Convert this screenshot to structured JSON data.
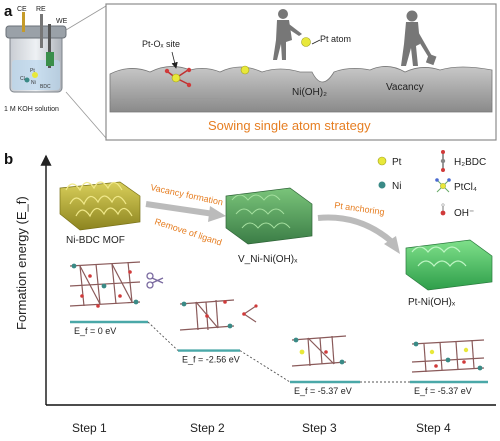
{
  "panel_a": {
    "letter": "a",
    "cell": {
      "ce": "CE",
      "re": "RE",
      "we": "WE",
      "pt": "Pt",
      "ni": "Ni",
      "bdc": "BDC",
      "cl": "Cl",
      "solution": "1 M KOH solution"
    },
    "labels": {
      "pt_ox_site": "Pt-Oₓ site",
      "pt_atom": "Pt atom",
      "substrate": "Ni(OH)₂",
      "vacancy": "Vacancy"
    },
    "strategy": "Sowing single atom strategy",
    "colors": {
      "strategy": "#e67e22",
      "frame": "#8c8c8c"
    }
  },
  "panel_b": {
    "letter": "b",
    "y_axis_label": "Formation energy (E_f)",
    "materials": {
      "ni_bdc": "Ni-BDC MOF",
      "vni": "V_Ni-Ni(OH)ₓ",
      "pt_ni": "Pt-Ni(OH)ₓ"
    },
    "arrows": {
      "vacancy_formation": "Vacancy formation",
      "remove_ligand": "Remove of ligand",
      "pt_anchoring": "Pt anchoring"
    },
    "legend": [
      {
        "symbol": "pt-dot",
        "label": "Pt"
      },
      {
        "symbol": "ni-dot",
        "label": "Ni"
      },
      {
        "symbol": "h2bdc-molecule",
        "label": "H₂BDC"
      },
      {
        "symbol": "ptcl4-molecule",
        "label": "PtCl₄"
      },
      {
        "symbol": "oh-molecule",
        "label": "OH⁻"
      }
    ],
    "energies": [
      {
        "label": "E_f = 0 eV",
        "value": 0
      },
      {
        "label": "E_f = -2.56 eV",
        "value": -2.56
      },
      {
        "label": "E_f = -5.37 eV",
        "value": -5.37
      },
      {
        "label": "E_f = -5.37 eV",
        "value": -5.37
      }
    ],
    "steps": [
      "Step 1",
      "Step 2",
      "Step 3",
      "Step 4"
    ],
    "colors": {
      "arrow_text": "#e67e22",
      "level_line": "#4aa8a8",
      "pt": "#e8e83a",
      "ni": "#3a8a86"
    }
  }
}
